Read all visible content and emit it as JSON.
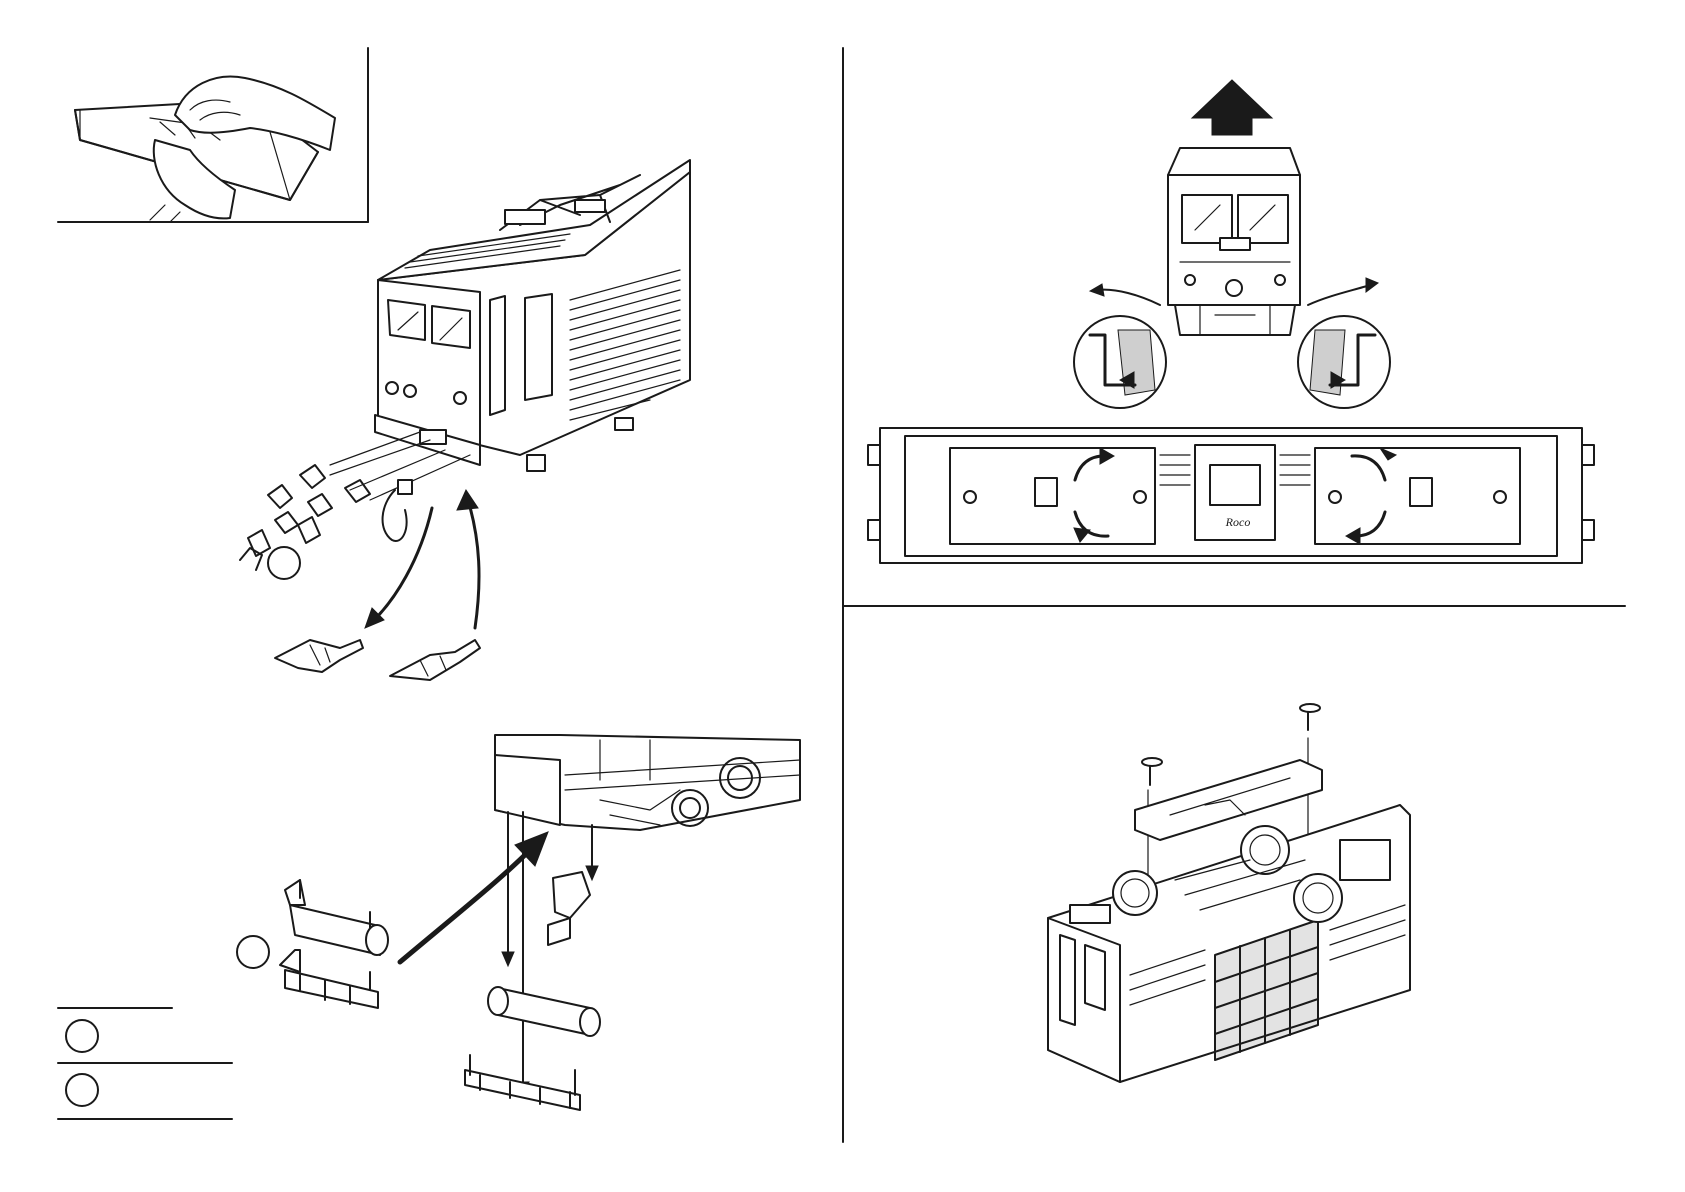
{
  "page": {
    "ink_color": "#1a1a1a",
    "background_color": "#ffffff",
    "hatch_color": "#cfcfcf"
  },
  "brand_mark": {
    "text": "Roco"
  },
  "panels": {
    "inset": {
      "icon": "hand-pressing-coupler-into-pocket"
    },
    "coupler_exchange": {
      "icon": "locomotive-front-coupler-exchange"
    },
    "buffer_beam": {
      "icon": "buffer-beam-parts-exploded"
    },
    "legend": {
      "icon": "legend-circle-markers"
    },
    "body_removal": {
      "icon": "locomotive-body-lift-off"
    },
    "chassis_view": {
      "icon": "chassis-underside-view"
    },
    "bogie_screws": {
      "icon": "bogie-frame-screw-removal"
    }
  }
}
